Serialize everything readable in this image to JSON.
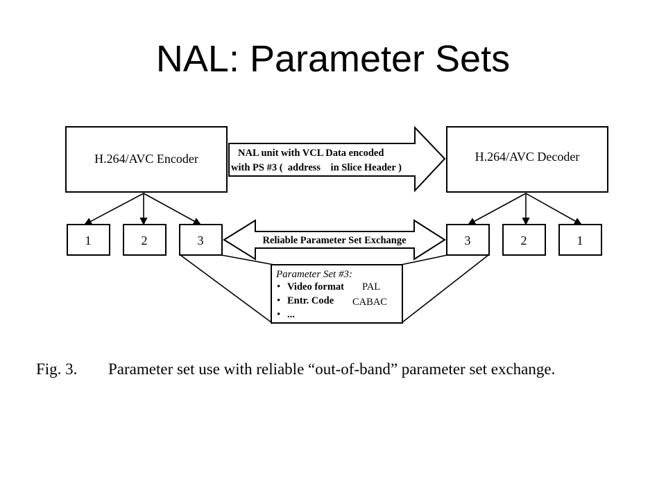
{
  "title": "NAL: Parameter Sets",
  "diagram": {
    "encoder": {
      "label": "H.264/AVC Encoder"
    },
    "decoder": {
      "label": "H.264/AVC Decoder"
    },
    "nal_arrow": {
      "line1": "NAL unit with VCL Data encoded",
      "line2": "with PS #3 (  address    in Slice Header )"
    },
    "exchange_arrow": {
      "label": "Reliable Parameter Set Exchange"
    },
    "encoder_sets": [
      "1",
      "2",
      "3"
    ],
    "decoder_sets": [
      "3",
      "2",
      "1"
    ],
    "param_box": {
      "title": "Parameter Set #3:",
      "items": [
        {
          "bullet": "•",
          "key": "Video format",
          "value": "PAL"
        },
        {
          "bullet": "•",
          "key": "Entr. Code",
          "value": "CABAC"
        },
        {
          "bullet": "•",
          "key": "...",
          "value": ""
        }
      ]
    }
  },
  "caption": {
    "fig": "Fig. 3.",
    "text": "Parameter set use with reliable “out-of-band” parameter set exchange."
  }
}
